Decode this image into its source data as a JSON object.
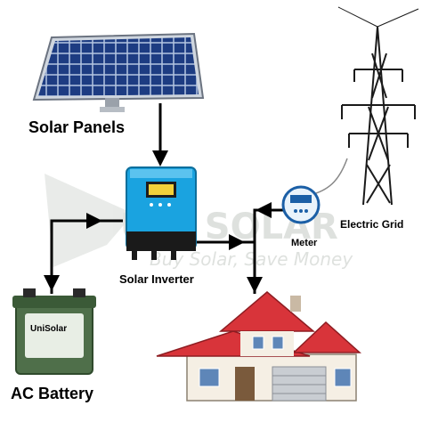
{
  "labels": {
    "solar_panels": "Solar Panels",
    "solar_inverter": "Solar Inverter",
    "ac_battery": "AC Battery",
    "meter": "Meter",
    "electric_grid": "Electric Grid"
  },
  "watermark": {
    "brand": "UNI SOLAR",
    "slogan": "Buy Solar, Save Money"
  },
  "battery_brand": "UniSolar",
  "colors": {
    "inverter_body": "#19a3e0",
    "roof": "#d8343a",
    "battery": "#4f6f4a",
    "panel": "#1f3e86",
    "line": "#000000"
  }
}
